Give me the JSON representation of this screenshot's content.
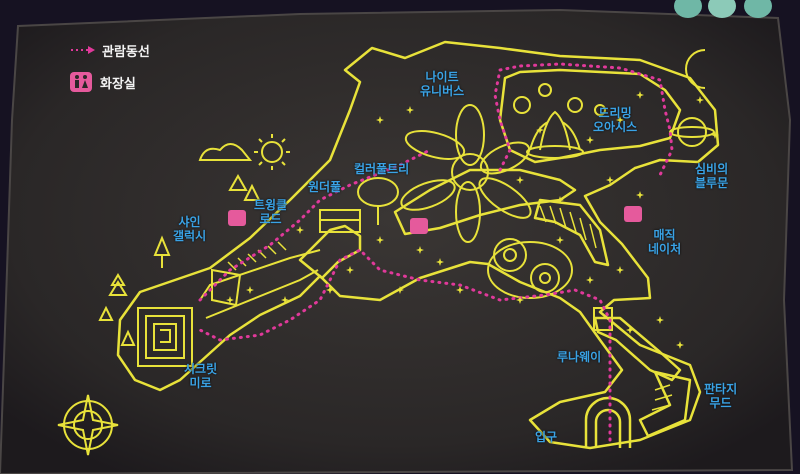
{
  "legend": {
    "route_label": "관람동선",
    "restroom_label": "화장실"
  },
  "zones": {
    "night_universe": "나이트\n유니버스",
    "dreaming_oasis": "드리밍\n오아시스",
    "mystical_blue_moon": "심비의\n블루문",
    "magic_nature": "매직\n네이처",
    "fantasy_wood": "판타지\n무드",
    "luna_way": "루나웨이",
    "entrance": "입구",
    "secret_maze": "시크릿\n미로",
    "shine_galaxy": "샤인\n갤럭시",
    "twinkle_road": "트윙클\n로드",
    "wonder_pool": "원더풀",
    "colorful_tree": "컬러풀트리"
  },
  "colors": {
    "path_line": "#e8e23a",
    "route_dots": "#e0399a",
    "label_text": "#3aa3e6",
    "background": "#15121c",
    "parchment": "#2e2b2a"
  },
  "icons": [
    "route-arrow-icon",
    "restroom-icon",
    "compass-icon",
    "sun-icon",
    "cloud-icon",
    "moon-icon",
    "fountain-icon",
    "flower-icon",
    "tree-icon",
    "gate-icon"
  ]
}
